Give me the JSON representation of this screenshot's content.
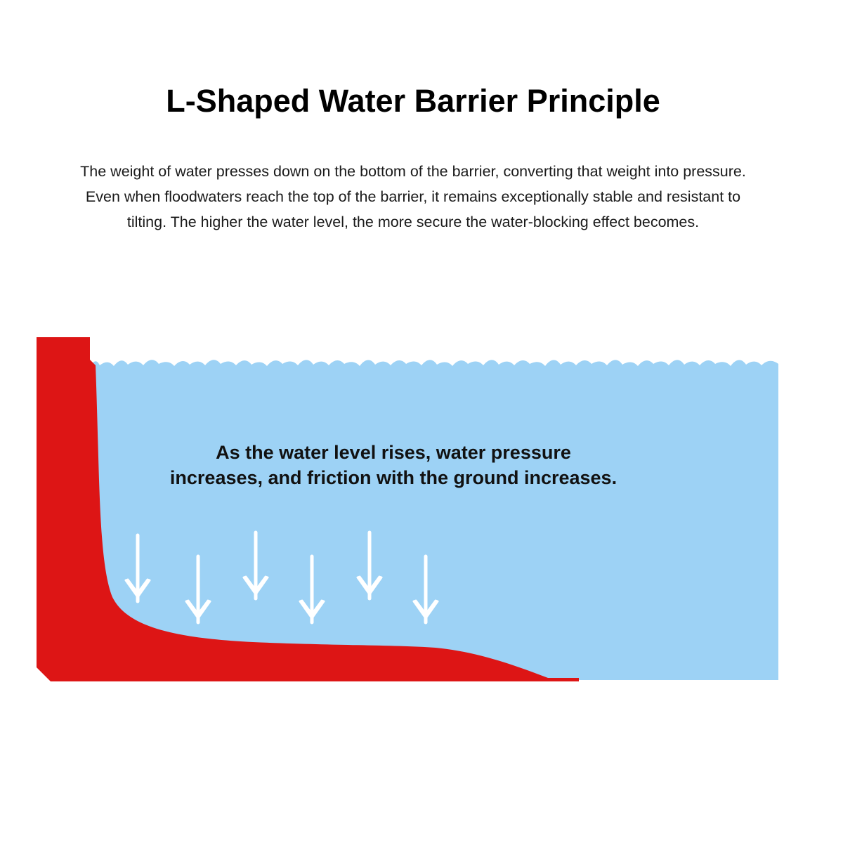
{
  "title": "L-Shaped Water Barrier Principle",
  "description": {
    "lines": [
      "The weight of water presses down on the bottom of the barrier, converting that weight into pressure.",
      "Even when floodwaters reach the top of the barrier, it remains exceptionally stable and resistant to",
      "tilting. The higher the water level, the more secure the water-blocking effect becomes."
    ]
  },
  "diagram": {
    "caption": {
      "lines": [
        "As the water level rises, water pressure",
        "increases, and friction with the ground increases."
      ]
    },
    "colors": {
      "water": "#9dd2f5",
      "barrier": "#dd1515",
      "arrow": "#ffffff"
    },
    "arrow_count": 6
  }
}
